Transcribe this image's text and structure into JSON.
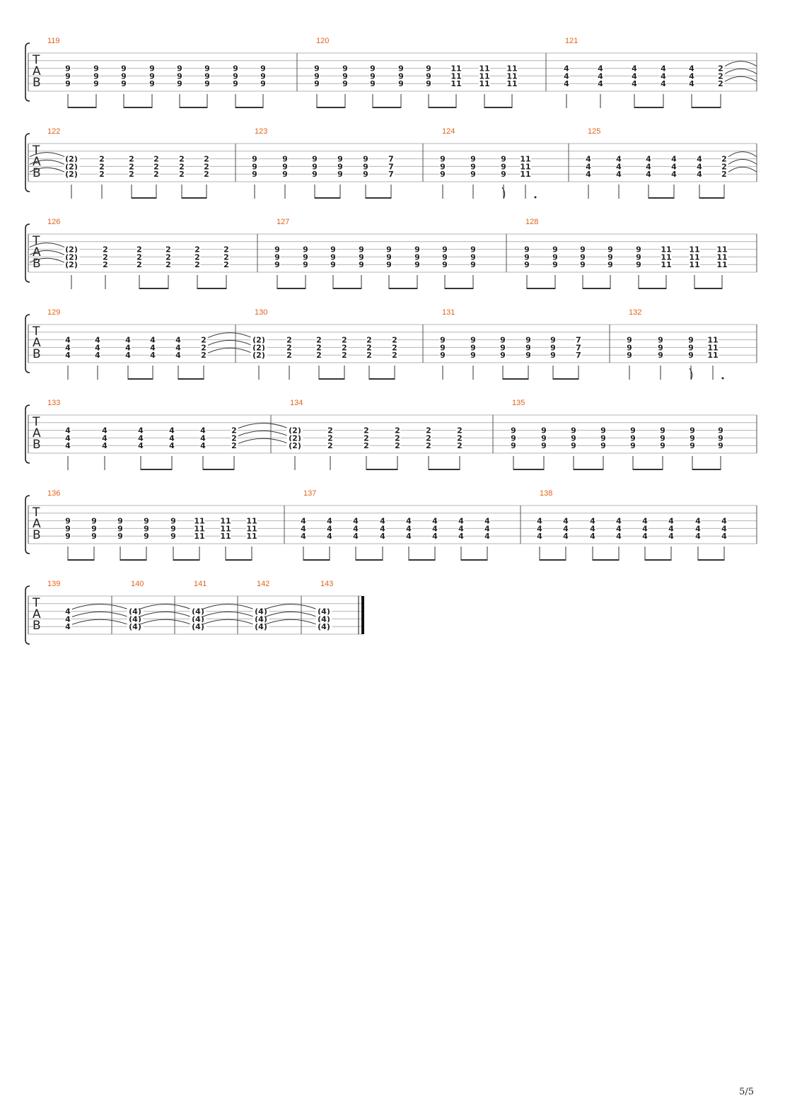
{
  "page": {
    "number": "5/5"
  },
  "systems": [
    {
      "measures": [
        {
          "number": "119",
          "beams": [
            [
              0,
              1
            ],
            [
              2,
              3
            ],
            [
              4,
              5
            ],
            [
              6,
              7
            ]
          ],
          "beats": [
            [
              "9",
              "9",
              "9"
            ],
            [
              "9",
              "9",
              "9"
            ],
            [
              "9",
              "9",
              "9"
            ],
            [
              "9",
              "9",
              "9"
            ],
            [
              "9",
              "9",
              "9"
            ],
            [
              "9",
              "9",
              "9"
            ],
            [
              "9",
              "9",
              "9"
            ],
            [
              "9",
              "9",
              "9"
            ]
          ]
        },
        {
          "number": "120",
          "beams": [
            [
              0,
              1
            ],
            [
              2,
              3
            ],
            [
              4,
              5
            ],
            [
              6,
              7
            ]
          ],
          "beats": [
            [
              "9",
              "9",
              "9"
            ],
            [
              "9",
              "9",
              "9"
            ],
            [
              "9",
              "9",
              "9"
            ],
            [
              "9",
              "9",
              "9"
            ],
            [
              "9",
              "9",
              "9"
            ],
            [
              "11",
              "11",
              "11"
            ],
            [
              "11",
              "11",
              "11"
            ],
            [
              "11",
              "11",
              "11"
            ]
          ]
        },
        {
          "number": "121",
          "beams": [
            [
              2,
              3
            ],
            [
              4,
              5
            ]
          ],
          "beats": [
            [
              "4",
              "4",
              "4"
            ],
            [
              "4",
              "4",
              "4"
            ],
            [
              "4",
              "4",
              "4"
            ],
            [
              "4",
              "4",
              "4"
            ],
            [
              "4",
              "4",
              "4"
            ],
            [
              "2",
              "2",
              "2"
            ]
          ],
          "tie_out": true
        }
      ]
    },
    {
      "measures": [
        {
          "number": "122",
          "beams": [
            [
              2,
              3
            ],
            [
              4,
              5
            ]
          ],
          "tie_in": true,
          "beats": [
            [
              "(2)",
              "(2)",
              "(2)"
            ],
            [
              "2",
              "2",
              "2"
            ],
            [
              "2",
              "2",
              "2"
            ],
            [
              "2",
              "2",
              "2"
            ],
            [
              "2",
              "2",
              "2"
            ],
            [
              "2",
              "2",
              "2"
            ]
          ]
        },
        {
          "number": "123",
          "beams": [
            [
              2,
              3
            ],
            [
              4,
              5
            ]
          ],
          "beats": [
            [
              "9",
              "9",
              "9"
            ],
            [
              "9",
              "9",
              "9"
            ],
            [
              "9",
              "9",
              "9"
            ],
            [
              "9",
              "9",
              "9"
            ],
            [
              "9",
              "9",
              "9"
            ],
            [
              "7",
              "7",
              "7"
            ]
          ]
        },
        {
          "number": "124",
          "beams": [],
          "flag_beat": 2,
          "dotted_beat": 3,
          "beats": [
            [
              "9",
              "9",
              "9"
            ],
            [
              "9",
              "9",
              "9"
            ],
            [
              "9",
              "9",
              "9"
            ],
            [
              "11",
              "11",
              "11"
            ]
          ]
        },
        {
          "number": "125",
          "beams": [
            [
              2,
              3
            ],
            [
              4,
              5
            ]
          ],
          "beats": [
            [
              "4",
              "4",
              "4"
            ],
            [
              "4",
              "4",
              "4"
            ],
            [
              "4",
              "4",
              "4"
            ],
            [
              "4",
              "4",
              "4"
            ],
            [
              "4",
              "4",
              "4"
            ],
            [
              "2",
              "2",
              "2"
            ]
          ],
          "tie_out": true
        }
      ]
    },
    {
      "measures": [
        {
          "number": "126",
          "beams": [
            [
              2,
              3
            ],
            [
              4,
              5
            ]
          ],
          "tie_in": true,
          "beats": [
            [
              "(2)",
              "(2)",
              "(2)"
            ],
            [
              "2",
              "2",
              "2"
            ],
            [
              "2",
              "2",
              "2"
            ],
            [
              "2",
              "2",
              "2"
            ],
            [
              "2",
              "2",
              "2"
            ],
            [
              "2",
              "2",
              "2"
            ]
          ]
        },
        {
          "number": "127",
          "beams": [
            [
              0,
              1
            ],
            [
              2,
              3
            ],
            [
              4,
              5
            ],
            [
              6,
              7
            ]
          ],
          "beats": [
            [
              "9",
              "9",
              "9"
            ],
            [
              "9",
              "9",
              "9"
            ],
            [
              "9",
              "9",
              "9"
            ],
            [
              "9",
              "9",
              "9"
            ],
            [
              "9",
              "9",
              "9"
            ],
            [
              "9",
              "9",
              "9"
            ],
            [
              "9",
              "9",
              "9"
            ],
            [
              "9",
              "9",
              "9"
            ]
          ]
        },
        {
          "number": "128",
          "beams": [
            [
              0,
              1
            ],
            [
              2,
              3
            ],
            [
              4,
              5
            ],
            [
              6,
              7
            ]
          ],
          "beats": [
            [
              "9",
              "9",
              "9"
            ],
            [
              "9",
              "9",
              "9"
            ],
            [
              "9",
              "9",
              "9"
            ],
            [
              "9",
              "9",
              "9"
            ],
            [
              "9",
              "9",
              "9"
            ],
            [
              "11",
              "11",
              "11"
            ],
            [
              "11",
              "11",
              "11"
            ],
            [
              "11",
              "11",
              "11"
            ]
          ]
        }
      ]
    },
    {
      "measures": [
        {
          "number": "129",
          "beams": [
            [
              2,
              3
            ],
            [
              4,
              5
            ]
          ],
          "beats": [
            [
              "4",
              "4",
              "4"
            ],
            [
              "4",
              "4",
              "4"
            ],
            [
              "4",
              "4",
              "4"
            ],
            [
              "4",
              "4",
              "4"
            ],
            [
              "4",
              "4",
              "4"
            ],
            [
              "2",
              "2",
              "2"
            ]
          ],
          "tie_out": true
        },
        {
          "number": "130",
          "beams": [
            [
              2,
              3
            ],
            [
              4,
              5
            ]
          ],
          "tie_in": true,
          "beats": [
            [
              "(2)",
              "(2)",
              "(2)"
            ],
            [
              "2",
              "2",
              "2"
            ],
            [
              "2",
              "2",
              "2"
            ],
            [
              "2",
              "2",
              "2"
            ],
            [
              "2",
              "2",
              "2"
            ],
            [
              "2",
              "2",
              "2"
            ]
          ]
        },
        {
          "number": "131",
          "beams": [
            [
              2,
              3
            ],
            [
              4,
              5
            ]
          ],
          "beats": [
            [
              "9",
              "9",
              "9"
            ],
            [
              "9",
              "9",
              "9"
            ],
            [
              "9",
              "9",
              "9"
            ],
            [
              "9",
              "9",
              "9"
            ],
            [
              "9",
              "9",
              "9"
            ],
            [
              "7",
              "7",
              "7"
            ]
          ]
        },
        {
          "number": "132",
          "beams": [],
          "flag_beat": 2,
          "dotted_beat": 3,
          "beats": [
            [
              "9",
              "9",
              "9"
            ],
            [
              "9",
              "9",
              "9"
            ],
            [
              "9",
              "9",
              "9"
            ],
            [
              "11",
              "11",
              "11"
            ]
          ]
        }
      ]
    },
    {
      "measures": [
        {
          "number": "133",
          "beams": [
            [
              2,
              3
            ],
            [
              4,
              5
            ]
          ],
          "beats": [
            [
              "4",
              "4",
              "4"
            ],
            [
              "4",
              "4",
              "4"
            ],
            [
              "4",
              "4",
              "4"
            ],
            [
              "4",
              "4",
              "4"
            ],
            [
              "4",
              "4",
              "4"
            ],
            [
              "2",
              "2",
              "2"
            ]
          ],
          "tie_out": true
        },
        {
          "number": "134",
          "beams": [
            [
              2,
              3
            ],
            [
              4,
              5
            ]
          ],
          "tie_in": true,
          "beats": [
            [
              "(2)",
              "(2)",
              "(2)"
            ],
            [
              "2",
              "2",
              "2"
            ],
            [
              "2",
              "2",
              "2"
            ],
            [
              "2",
              "2",
              "2"
            ],
            [
              "2",
              "2",
              "2"
            ],
            [
              "2",
              "2",
              "2"
            ]
          ]
        },
        {
          "number": "135",
          "beams": [
            [
              0,
              1
            ],
            [
              2,
              3
            ],
            [
              4,
              5
            ],
            [
              6,
              7
            ]
          ],
          "beats": [
            [
              "9",
              "9",
              "9"
            ],
            [
              "9",
              "9",
              "9"
            ],
            [
              "9",
              "9",
              "9"
            ],
            [
              "9",
              "9",
              "9"
            ],
            [
              "9",
              "9",
              "9"
            ],
            [
              "9",
              "9",
              "9"
            ],
            [
              "9",
              "9",
              "9"
            ],
            [
              "9",
              "9",
              "9"
            ]
          ]
        }
      ]
    },
    {
      "measures": [
        {
          "number": "136",
          "beams": [
            [
              0,
              1
            ],
            [
              2,
              3
            ],
            [
              4,
              5
            ],
            [
              6,
              7
            ]
          ],
          "beats": [
            [
              "9",
              "9",
              "9"
            ],
            [
              "9",
              "9",
              "9"
            ],
            [
              "9",
              "9",
              "9"
            ],
            [
              "9",
              "9",
              "9"
            ],
            [
              "9",
              "9",
              "9"
            ],
            [
              "11",
              "11",
              "11"
            ],
            [
              "11",
              "11",
              "11"
            ],
            [
              "11",
              "11",
              "11"
            ]
          ]
        },
        {
          "number": "137",
          "beams": [
            [
              0,
              1
            ],
            [
              2,
              3
            ],
            [
              4,
              5
            ],
            [
              6,
              7
            ]
          ],
          "beats": [
            [
              "4",
              "4",
              "4"
            ],
            [
              "4",
              "4",
              "4"
            ],
            [
              "4",
              "4",
              "4"
            ],
            [
              "4",
              "4",
              "4"
            ],
            [
              "4",
              "4",
              "4"
            ],
            [
              "4",
              "4",
              "4"
            ],
            [
              "4",
              "4",
              "4"
            ],
            [
              "4",
              "4",
              "4"
            ]
          ]
        },
        {
          "number": "138",
          "beams": [
            [
              0,
              1
            ],
            [
              2,
              3
            ],
            [
              4,
              5
            ],
            [
              6,
              7
            ]
          ],
          "beats": [
            [
              "4",
              "4",
              "4"
            ],
            [
              "4",
              "4",
              "4"
            ],
            [
              "4",
              "4",
              "4"
            ],
            [
              "4",
              "4",
              "4"
            ],
            [
              "4",
              "4",
              "4"
            ],
            [
              "4",
              "4",
              "4"
            ],
            [
              "4",
              "4",
              "4"
            ],
            [
              "4",
              "4",
              "4"
            ]
          ]
        }
      ]
    },
    {
      "final": true,
      "measures": [
        {
          "number": "139",
          "beams": [],
          "nostems": true,
          "tie_out": true,
          "beats": [
            [
              "4",
              "4",
              "4"
            ]
          ]
        },
        {
          "number": "140",
          "beams": [],
          "nostems": true,
          "tie_out": true,
          "tie_in": true,
          "beats": [
            [
              "(4)",
              "(4)",
              "(4)"
            ]
          ]
        },
        {
          "number": "141",
          "beams": [],
          "nostems": true,
          "tie_out": true,
          "tie_in": true,
          "beats": [
            [
              "(4)",
              "(4)",
              "(4)"
            ]
          ]
        },
        {
          "number": "142",
          "beams": [],
          "nostems": true,
          "tie_out": true,
          "tie_in": true,
          "beats": [
            [
              "(4)",
              "(4)",
              "(4)"
            ]
          ]
        },
        {
          "number": "143",
          "beams": [],
          "nostems": true,
          "tie_in": true,
          "beats": [
            [
              "(4)",
              "(4)",
              "(4)"
            ]
          ]
        }
      ]
    }
  ]
}
